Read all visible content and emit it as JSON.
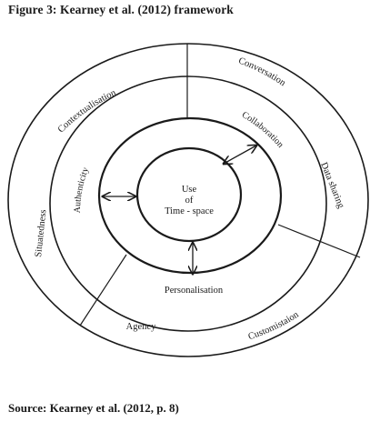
{
  "figure": {
    "title": "Figure 3: Kearney et al. (2012) framework",
    "source": "Source: Kearney et al. (2012, p. 8)"
  },
  "diagram": {
    "center": {
      "line1": "Use",
      "line2": "of",
      "line3": "Time - space"
    },
    "outer_ring_labels": {
      "conversation": "Conversation",
      "data_sharing": "Data sharing",
      "contextualisation": "Contextualisation",
      "situatedness": "Situatedness",
      "agency": "Agency",
      "customisation": "Customistaion"
    },
    "middle_ring_labels": {
      "collaboration": "Collaboration",
      "authenticity": "Authenticity",
      "personalisation": "Personalisation"
    }
  }
}
